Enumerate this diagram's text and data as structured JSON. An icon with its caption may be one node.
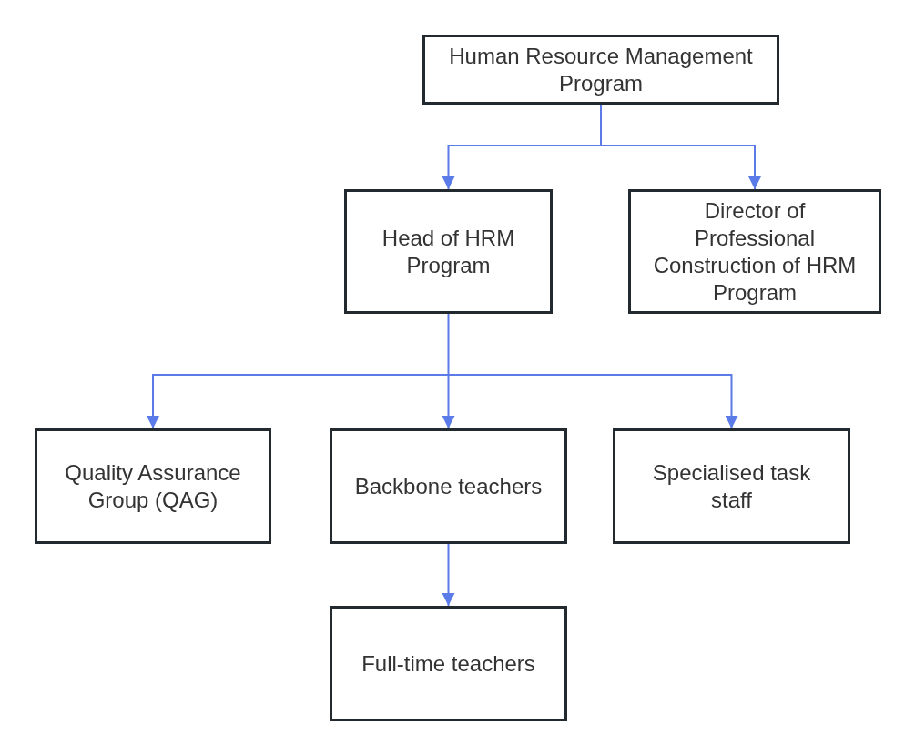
{
  "diagram": {
    "nodes": [
      {
        "text": [
          "Human Resource Management Program"
        ]
      },
      {
        "text": [
          "Head of HRM Program"
        ]
      },
      {
        "text": [
          "Director of Professional Construction of HRM Program"
        ]
      },
      {
        "text": [
          "Quality Assurance Group (QAG)"
        ]
      },
      {
        "text": [
          "Backbone teachers"
        ]
      },
      {
        "text": [
          "Specialised task staff"
        ]
      },
      {
        "text": [
          "Full-time teachers"
        ]
      }
    ],
    "edges": [
      {
        "from": 0,
        "to": 1,
        "arrow": "to"
      },
      {
        "from": 0,
        "to": 2,
        "arrow": "to"
      },
      {
        "from": 1,
        "to": 3,
        "arrow": "to"
      },
      {
        "from": 1,
        "to": 4,
        "arrow": "to"
      },
      {
        "from": 1,
        "to": 5,
        "arrow": "to"
      },
      {
        "from": 4,
        "to": 6,
        "arrow": "to"
      }
    ]
  }
}
